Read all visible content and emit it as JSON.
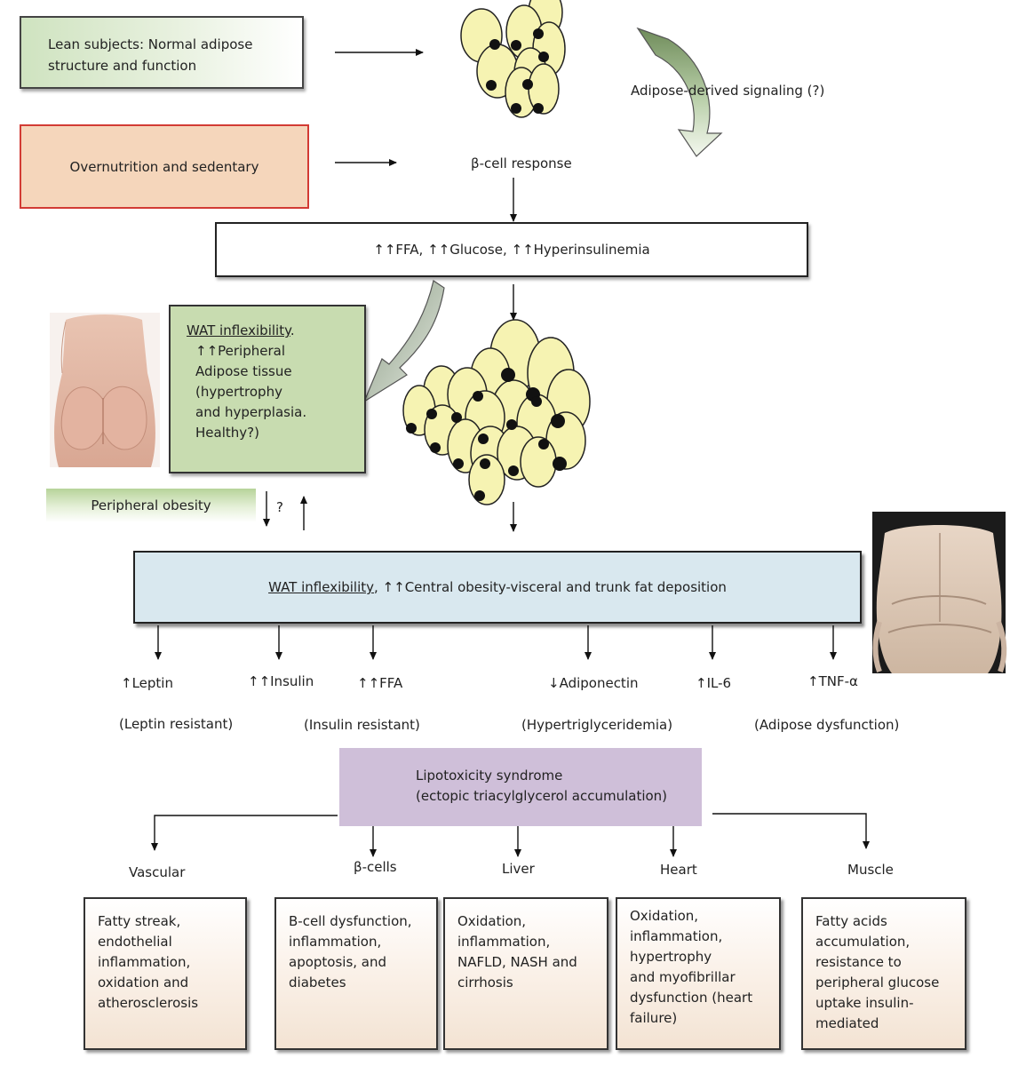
{
  "lean": {
    "lines": [
      "Lean subjects: Normal adipose",
      "structure and function"
    ]
  },
  "overnutrition": {
    "label": "Overnutrition and sedentary"
  },
  "signaling": {
    "label": "Adipose-derived signaling (?)"
  },
  "beta_response": {
    "label": "β-cell response"
  },
  "ffa_box": {
    "label": "↑↑FFA, ↑↑Glucose, ↑↑Hyperinsulinemia"
  },
  "wat_peripheral": {
    "title": "WAT inflexibility",
    "title_suffix": ".",
    "lines": [
      "↑↑Peripheral",
      "Adipose tissue",
      "(hypertrophy",
      "and hyperplasia.",
      "Healthy?)"
    ]
  },
  "peripheral_obesity": {
    "label": "Peripheral obesity",
    "question": "?"
  },
  "central": {
    "underlined": "WAT inflexibility",
    "rest": ", ↑↑Central obesity-visceral and trunk fat deposition"
  },
  "markers": [
    {
      "label": "↑Leptin"
    },
    {
      "label": "↑↑Insulin"
    },
    {
      "label": "↑↑FFA"
    },
    {
      "label": "↓Adiponectin"
    },
    {
      "label": "↑IL-6"
    },
    {
      "label": "↑TNF-α"
    }
  ],
  "consequences": [
    {
      "label": "(Leptin resistant)"
    },
    {
      "label": "(Insulin resistant)"
    },
    {
      "label": "(Hypertriglyceridemia)"
    },
    {
      "label": "(Adipose dysfunction)"
    }
  ],
  "lipotoxicity": {
    "lines": [
      "Lipotoxicity syndrome",
      "(ectopic triacylglycerol accumulation)"
    ]
  },
  "organs": [
    {
      "name": "Vascular",
      "lines": [
        "Fatty streak,",
        "endothelial",
        "inflammation,",
        "oxidation and",
        "atherosclerosis"
      ]
    },
    {
      "name": "β-cells",
      "lines": [
        "B-cell dysfunction,",
        "inflammation,",
        "apoptosis, and",
        "diabetes"
      ]
    },
    {
      "name": "Liver",
      "lines": [
        "Oxidation,",
        "inflammation,",
        "NAFLD, NASH and",
        "cirrhosis"
      ]
    },
    {
      "name": "Heart",
      "lines": [
        "Oxidation,",
        "inflammation,",
        "hypertrophy",
        "and myofibrillar",
        "dysfunction (heart",
        "failure)"
      ]
    },
    {
      "name": "Muscle",
      "lines": [
        "Fatty acids",
        "accumulation,",
        "resistance to",
        "peripheral glucose",
        "uptake insulin-",
        "mediated"
      ]
    }
  ],
  "colors": {
    "adipocyte_fill": "#f6f3b2",
    "nucleus": "#111111",
    "central_box": "#d9e8ef",
    "lipo_box": "#cfbfd9",
    "overnutrition_border": "#d23b34",
    "overnutrition_fill": "#f5d6bb",
    "wat_green": "#c8dcb0"
  }
}
